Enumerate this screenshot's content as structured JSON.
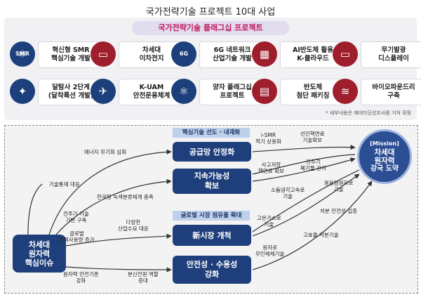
{
  "title": "국가전략기술 프로젝트 10대 사업",
  "banner": "국가전략기술 플래그십 프로젝트",
  "note": "* 세부내용은 예비타당성조사를 거쳐 확정",
  "projects": [
    {
      "icon": "reactor-icon",
      "icon_text": "SMR",
      "red": false,
      "line1": "혁신형 SMR",
      "line2": "핵심기술 개발"
    },
    {
      "icon": "battery-icon",
      "icon_text": "",
      "red": true,
      "line1": "차세대",
      "line2": "이차전지"
    },
    {
      "icon": "network-6g-icon",
      "icon_text": "6G",
      "red": false,
      "line1": "6G 네트워크",
      "line2": "산업기술 개발"
    },
    {
      "icon": "chip-icon",
      "icon_text": "",
      "red": true,
      "line1": "AI반도체 활용",
      "line2": "K-클라우드"
    },
    {
      "icon": "display-icon",
      "icon_text": "",
      "red": true,
      "line1": "무기발광",
      "line2": "디스플레이"
    },
    {
      "icon": "satellite-icon",
      "icon_text": "",
      "red": false,
      "line1": "달탐사 2단계",
      "line2": "(달착륙선 개발)"
    },
    {
      "icon": "drone-icon",
      "icon_text": "",
      "red": false,
      "line1": "K-UAM",
      "line2": "안전운용체계"
    },
    {
      "icon": "atom-icon",
      "icon_text": "",
      "red": false,
      "line1": "양자 플래그십",
      "line2": "프로젝트"
    },
    {
      "icon": "package-icon",
      "icon_text": "",
      "red": true,
      "line1": "반도체",
      "line2": "첨단 패키징"
    },
    {
      "icon": "dna-icon",
      "icon_text": "",
      "red": true,
      "line1": "바이오파운드리",
      "line2": "구축"
    }
  ],
  "diagram": {
    "header_top": "핵심기술 선도 · 내재화",
    "header_bottom": "글로벌 시장 점유율 확대",
    "nodes": {
      "supply": "공급망 안정화",
      "sustain1": "지속가능성",
      "sustain2": "확보",
      "market": "新시장 개척",
      "accept1": "안전성 · 수용성",
      "accept2": "강화"
    },
    "source": {
      "line1": "차세대",
      "line2": "원자력",
      "line3": "핵심이슈"
    },
    "mission": {
      "line1": "[Mission]",
      "line2": "차세대",
      "line3": "원자력",
      "line4": "강국 도약"
    },
    "labels": {
      "energy": "에너지 무기화 심화",
      "tech_control": "기술통제 대응",
      "taxonomy": "한국형 녹색분류체계 충족",
      "carbon1": "전주기 기술",
      "carbon2": "기반 구축",
      "demand1": "글로벌",
      "demand2": "전력사용량 증가",
      "diverse1": "다양한",
      "diverse2": "산업수요 대응",
      "safety1": "원자력 안전기준",
      "safety2": "강화",
      "dist1": "분산전원 역할",
      "dist2": "증대",
      "ismr1": "i-SMR",
      "ismr2": "적기 상용화",
      "fuel1": "선진핵연료",
      "fuel2": "기술확보",
      "accident1": "사고저항",
      "accident2": "핵연료 확보",
      "cycle1": "전주기",
      "cycle2": "폐기물 관리",
      "sodium1": "소듐냉각고속로",
      "sodium2": "기술",
      "molten1": "용융염원자로",
      "molten2": "기술",
      "htgr1": "고온가스로",
      "htgr2": "기술",
      "disposal": "처분 안전성 입증",
      "robot1": "원자로",
      "robot2": "무인해체기술",
      "hieff": "고효율 처분기술"
    }
  }
}
